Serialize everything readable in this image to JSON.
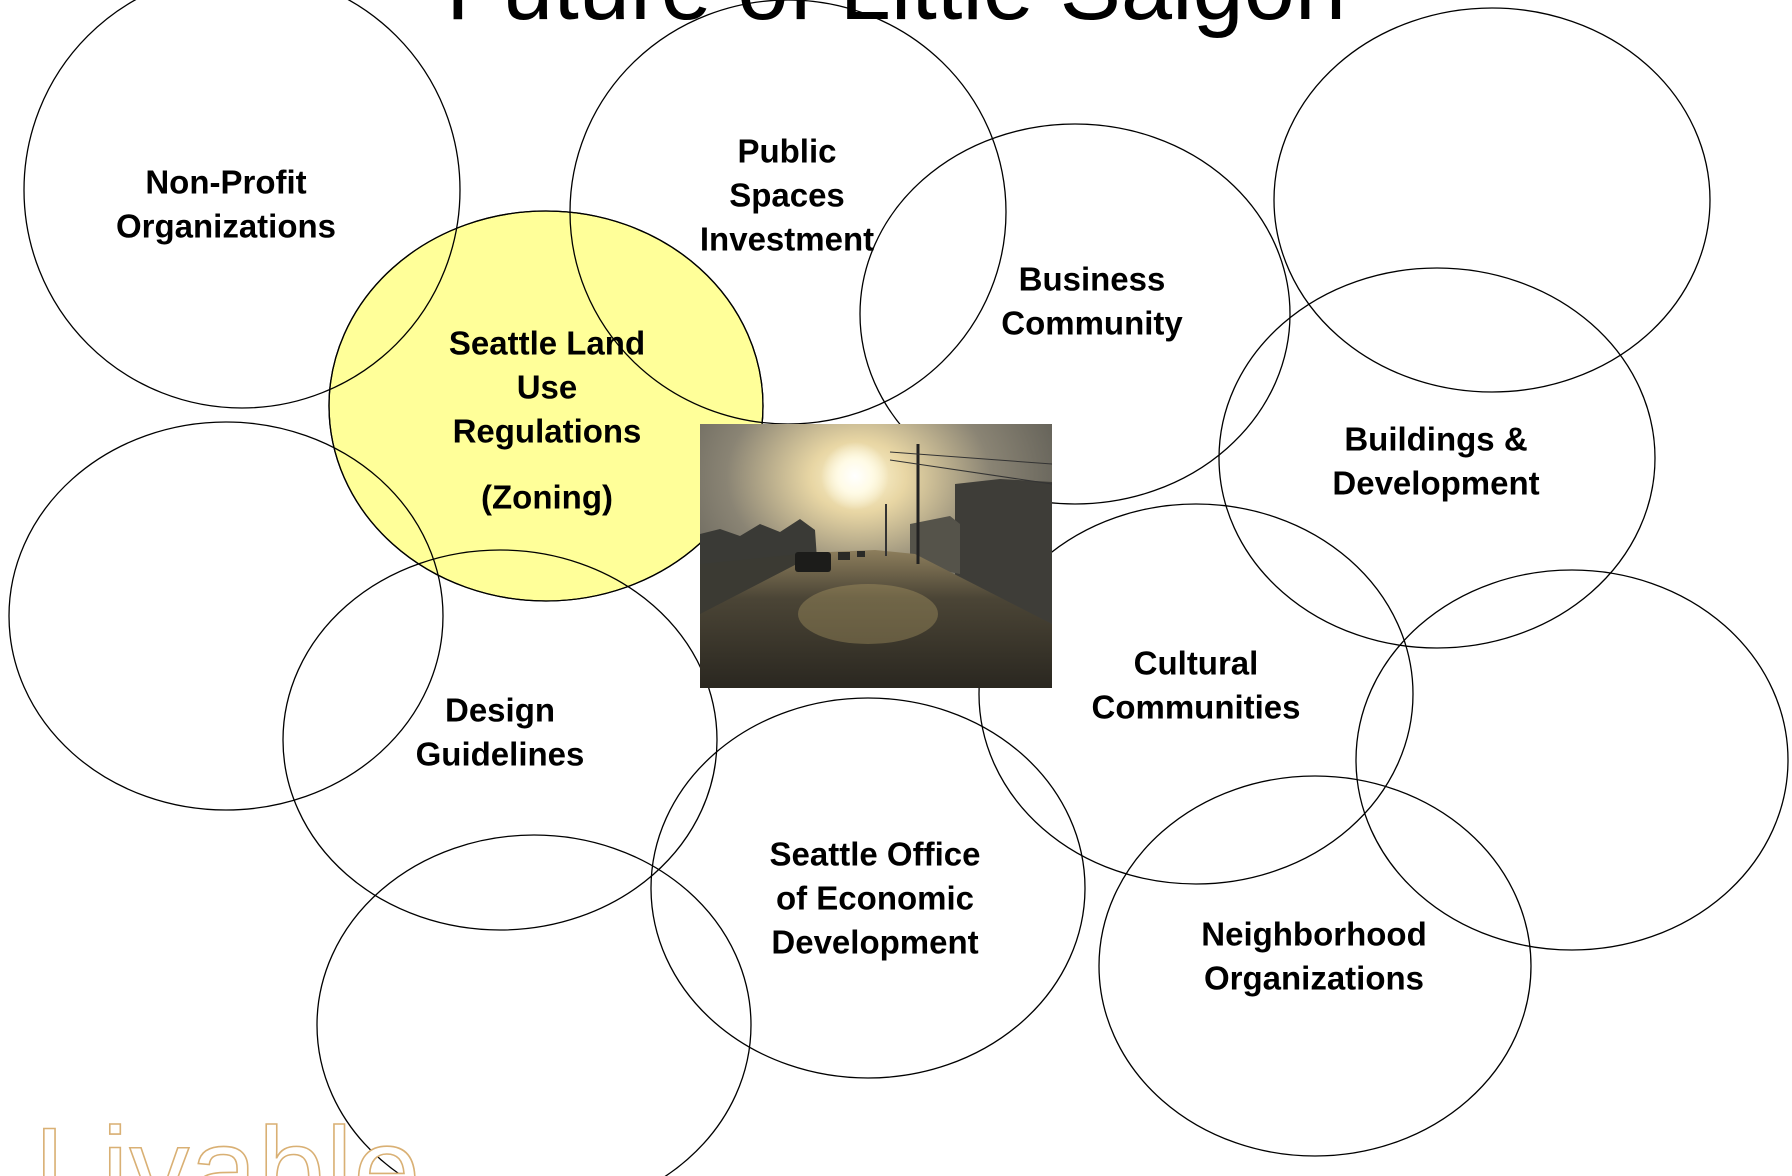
{
  "title": "Future of Little Saigon",
  "colors": {
    "highlight": "#ffff99",
    "outline": "#000000",
    "logo": "#d9b074"
  },
  "nodes": [
    {
      "id": "non-profit",
      "lines": [
        "Non-Profit",
        "Organizations"
      ]
    },
    {
      "id": "public-spaces",
      "lines": [
        "Public",
        "Spaces",
        "Investment"
      ]
    },
    {
      "id": "business",
      "lines": [
        "Business",
        "Community"
      ]
    },
    {
      "id": "land-use",
      "lines": [
        "Seattle Land",
        "Use",
        "Regulations",
        "(Zoning)"
      ],
      "highlighted": true
    },
    {
      "id": "buildings",
      "lines": [
        "Buildings &",
        "Development"
      ]
    },
    {
      "id": "cultural",
      "lines": [
        "Cultural",
        "Communities"
      ]
    },
    {
      "id": "design",
      "lines": [
        "Design",
        "Guidelines"
      ]
    },
    {
      "id": "economic",
      "lines": [
        "Seattle Office",
        "of Economic",
        "Development"
      ]
    },
    {
      "id": "neighborhood",
      "lines": [
        "Neighborhood",
        "Organizations"
      ]
    },
    {
      "id": "empty-top-right",
      "lines": []
    },
    {
      "id": "empty-left",
      "lines": []
    },
    {
      "id": "empty-bottom-left",
      "lines": []
    },
    {
      "id": "empty-right",
      "lines": []
    }
  ],
  "photo": {
    "subject": "street-at-sunset-photo"
  },
  "logo": {
    "text": "Livable"
  }
}
